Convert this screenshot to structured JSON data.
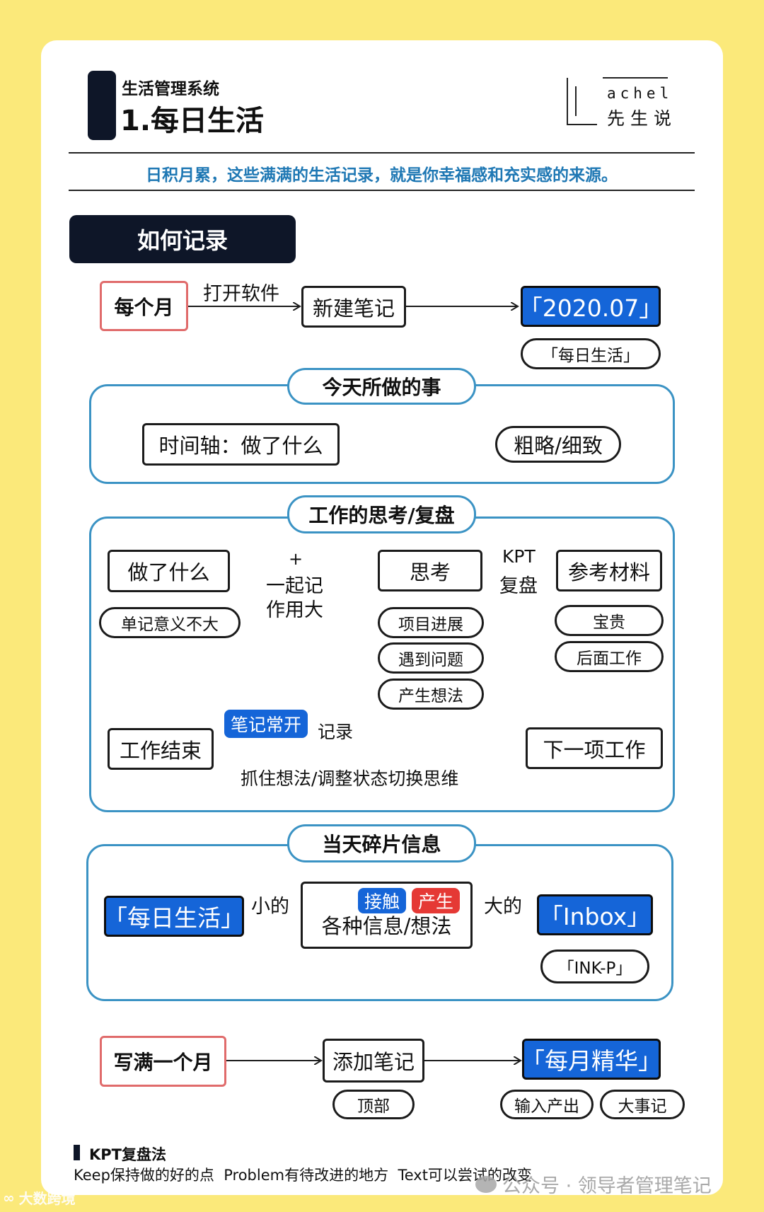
{
  "header": {
    "series": "生活管理系统",
    "title": "1.每日生活",
    "logo_top": "achel",
    "logo_bottom": "先生说"
  },
  "tagline": "日积月累，这些满满的生活记录，就是你幸福感和充实感的来源。",
  "section_heading": "如何记录",
  "monthly_flow": {
    "start": "每个月",
    "arrow_label": "打开软件",
    "step": "新建笔记",
    "result": "「2020.07」",
    "result_sub": "「每日生活」"
  },
  "today_panel": {
    "title": "今天所做的事",
    "left": "时间轴：做了什么",
    "right": "粗略/细致"
  },
  "work_panel": {
    "title": "工作的思考/复盘",
    "did": "做了什么",
    "did_note": "单记意义不大",
    "plus": "+",
    "together": "一起记",
    "effect": "作用大",
    "think": "思考",
    "think_items": [
      "项目进展",
      "遇到问题",
      "产生想法"
    ],
    "kpt": "KPT",
    "review": "复盘",
    "material": "参考材料",
    "material_items": [
      "宝贵",
      "后面工作"
    ],
    "end": "工作结束",
    "note_tag": "笔记常开",
    "record": "记录",
    "next": "下一项工作",
    "bottom_note": "抓住想法/调整状态切换思维"
  },
  "fragment_panel": {
    "title": "当天碎片信息",
    "left": "「每日生活」",
    "small": "小的",
    "tag_contact": "接触",
    "tag_produce": "产生",
    "center": "各种信息/想法",
    "big": "大的",
    "right": "「Inbox」",
    "right_sub": "「INK-P」"
  },
  "month_end_flow": {
    "start": "写满一个月",
    "step": "添加笔记",
    "step_sub": "顶部",
    "result": "「每月精华」",
    "result_subs": [
      "输入产出",
      "大事记"
    ]
  },
  "footer": {
    "kpt_title": "KPT复盘法",
    "kpt_desc": "Keep保持做的好的点  Problem有待改进的地方  Text可以尝试的改变",
    "watermark_left": "大数跨境",
    "watermark_right": "公众号 · 领导者管理笔记"
  },
  "colors": {
    "background": "#fbe97a",
    "panel_border": "#3b93c4",
    "accent_blue": "#1565d8",
    "accent_red": "#e53935",
    "tagline_blue": "#1f78b4",
    "dark": "#0e1628"
  }
}
